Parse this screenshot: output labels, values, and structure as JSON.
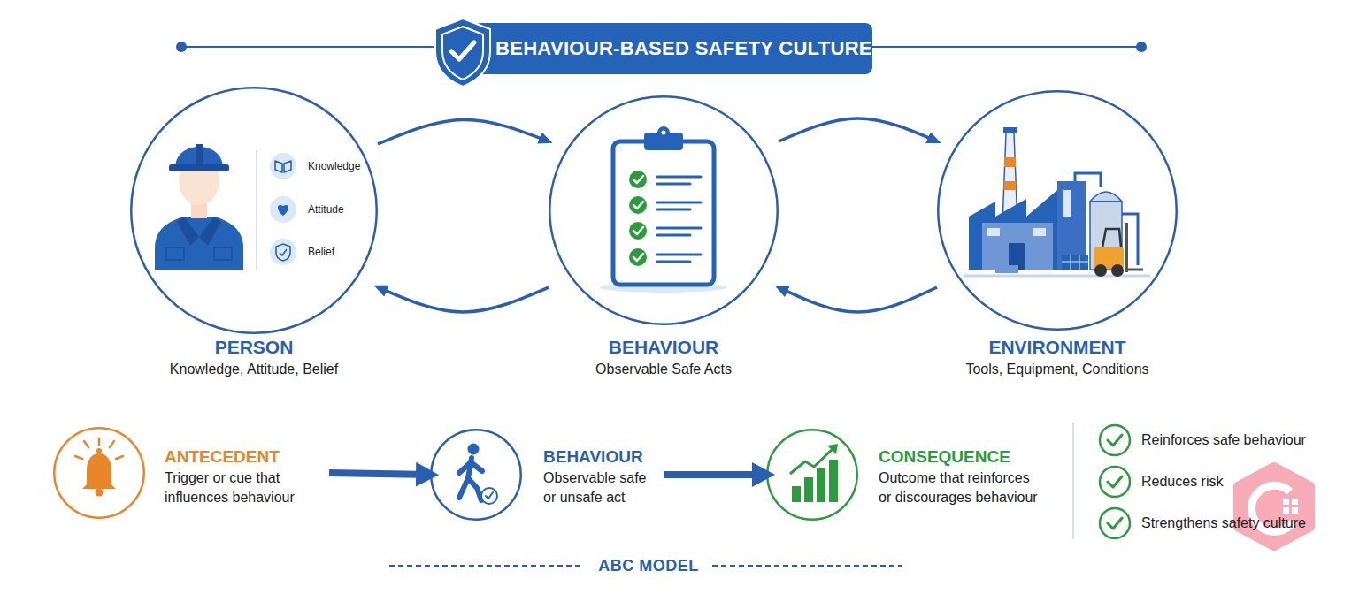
{
  "diagram": {
    "title": "BEHAVIOUR-BASED SAFETY CULTURE",
    "nodes": [
      {
        "text": [
          "PERSON",
          "Knowledge, Attitude, Belief",
          "Knowledge",
          "Attitude",
          "Belief"
        ]
      },
      {
        "text": [
          "BEHAVIOUR",
          "Observable Safe Acts"
        ]
      },
      {
        "text": [
          "ENVIRONMENT",
          "Tools, Equipment, Conditions"
        ]
      },
      {
        "text": [
          "ANTECEDENT",
          "Trigger or cue that influences behaviour"
        ]
      },
      {
        "text": [
          "BEHAVIOUR",
          "Observable safe or unsafe act"
        ]
      },
      {
        "text": [
          "CONSEQUENCE",
          "Outcome that reinforces or discourages behaviour"
        ]
      }
    ],
    "edges": [
      {
        "from": 0,
        "to": 1,
        "arrow": "to"
      },
      {
        "from": 1,
        "to": 0,
        "arrow": "to"
      },
      {
        "from": 1,
        "to": 2,
        "arrow": "to"
      },
      {
        "from": 2,
        "to": 1,
        "arrow": "to"
      },
      {
        "from": 3,
        "to": 4,
        "arrow": "to"
      },
      {
        "from": 4,
        "to": 5,
        "arrow": "to"
      }
    ],
    "labels": [
      "Reinforces safe behaviour",
      "Reduces risk",
      "Strengthens safety culture",
      "ABC MODEL"
    ]
  }
}
